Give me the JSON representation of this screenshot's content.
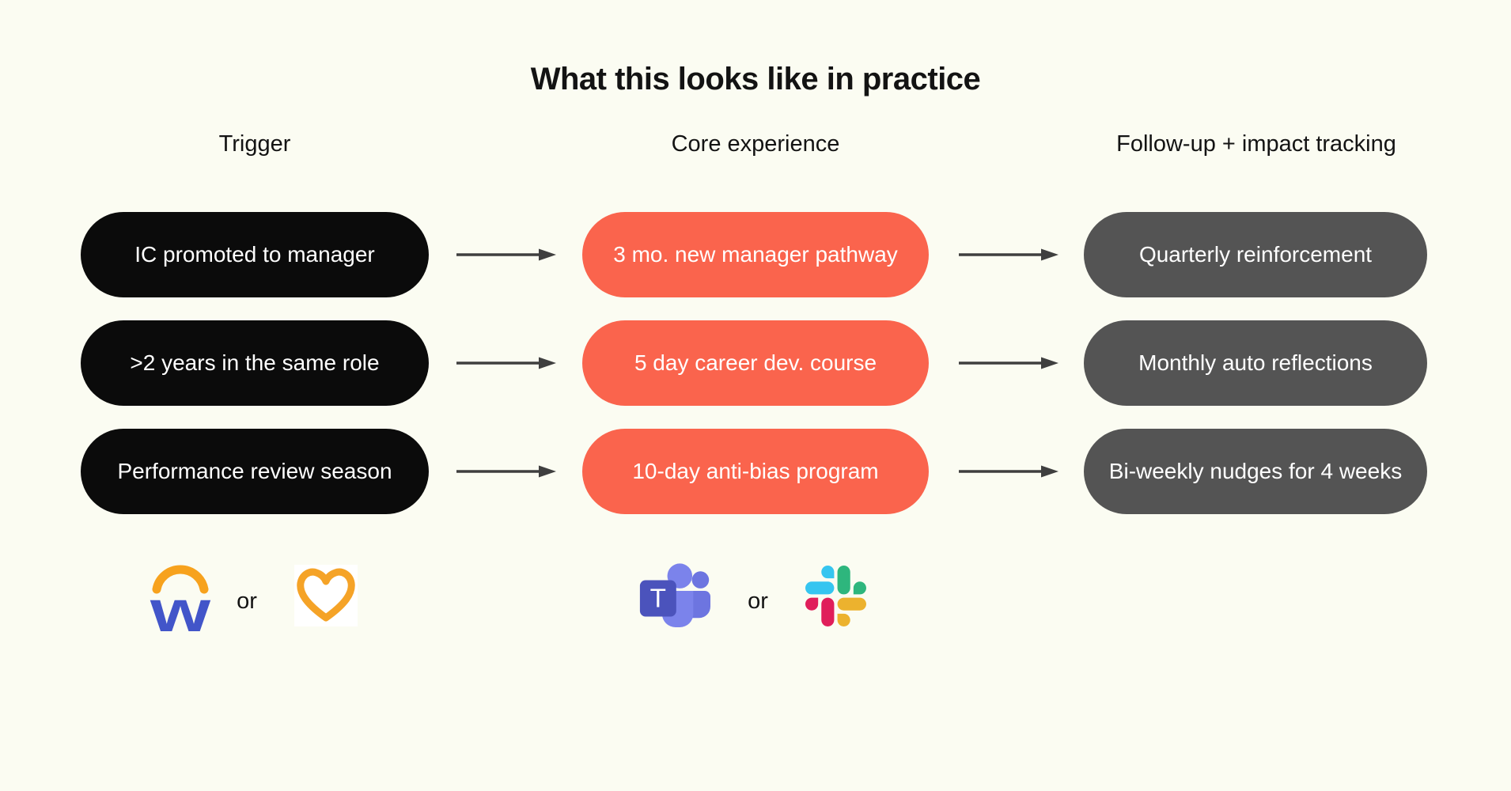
{
  "title": "What this looks like in practice",
  "columns": [
    {
      "header": "Trigger"
    },
    {
      "header": "Core experience"
    },
    {
      "header": "Follow-up + impact tracking"
    }
  ],
  "rows": [
    {
      "trigger": "IC promoted to manager",
      "core": "3 mo. new manager pathway",
      "followup": "Quarterly reinforcement"
    },
    {
      "trigger": ">2 years in the same role",
      "core": "5 day career dev. course",
      "followup": "Monthly auto reflections"
    },
    {
      "trigger": "Performance review season",
      "core": "10-day anti-bias program",
      "followup": "Bi-weekly nudges for 4 weeks"
    }
  ],
  "logo_groups": [
    {
      "column": "trigger",
      "icons": [
        "workday-icon",
        "heart-icon"
      ],
      "separator": "or"
    },
    {
      "column": "core",
      "icons": [
        "ms-teams-icon",
        "slack-icon"
      ],
      "separator": "or"
    }
  ],
  "colors": {
    "background": "#fbfcf2",
    "trigger_pill": "#0b0b0b",
    "core_pill": "#fa644d",
    "followup_pill": "#545454",
    "arrow": "#3f3f3f",
    "workday_blue": "#4255c9",
    "workday_arc_orange": "#f7a21d",
    "heart_orange": "#f5a327",
    "teams_purple_light": "#7b83eb",
    "teams_purple_mid": "#6d75e0",
    "teams_purple_dark": "#4b53bc",
    "slack_blue": "#36c5f0",
    "slack_green": "#2eb67d",
    "slack_red": "#e01e5a",
    "slack_yellow": "#ecb22e"
  }
}
